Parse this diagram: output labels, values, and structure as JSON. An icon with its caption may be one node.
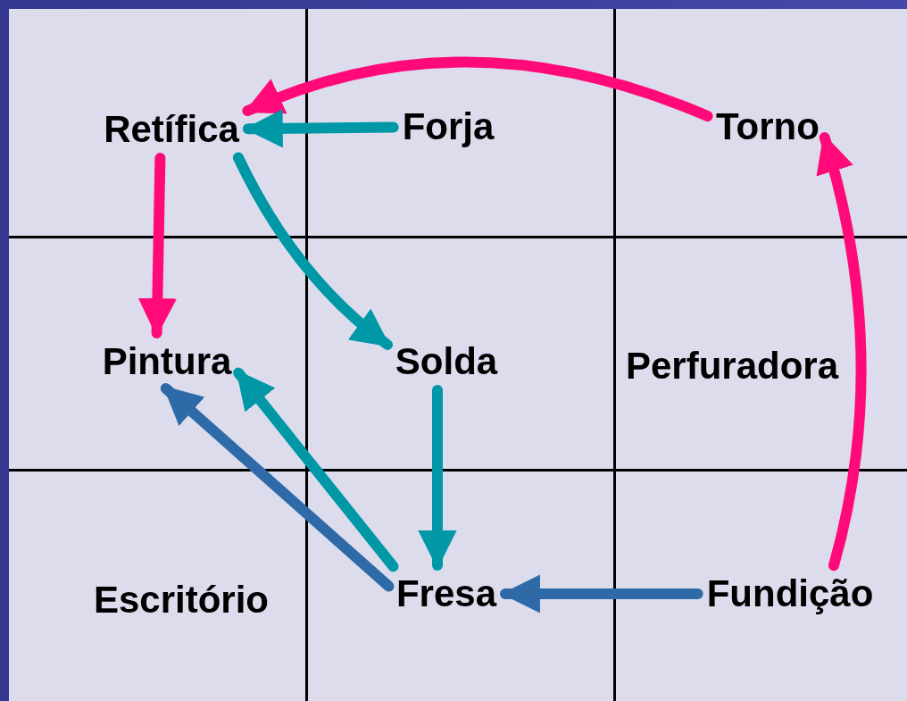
{
  "diagram": {
    "nodes": [
      {
        "text": [
          "Retífica"
        ]
      },
      {
        "text": [
          "Forja"
        ]
      },
      {
        "text": [
          "Torno"
        ]
      },
      {
        "text": [
          "Pintura"
        ]
      },
      {
        "text": [
          "Solda"
        ]
      },
      {
        "text": [
          "Perfuradora"
        ]
      },
      {
        "text": [
          "Escritório"
        ]
      },
      {
        "text": [
          "Fresa"
        ]
      },
      {
        "text": [
          "Fundição"
        ]
      }
    ],
    "edges": [
      {
        "from": 2,
        "to": 0,
        "arrow": "to",
        "color": "#ff0a78"
      },
      {
        "from": 1,
        "to": 0,
        "arrow": "to"
      },
      {
        "from": 0,
        "to": 3,
        "arrow": "to",
        "color": "#ff0a78"
      },
      {
        "from": 0,
        "to": 4,
        "arrow": "to"
      },
      {
        "from": 4,
        "to": 7,
        "arrow": "to"
      },
      {
        "from": 7,
        "to": 3,
        "arrow": "to",
        "color": "#2e6aa8"
      },
      {
        "from": 7,
        "to": 3,
        "arrow": "to"
      },
      {
        "from": 8,
        "to": 7,
        "arrow": "to",
        "color": "#2e6aa8"
      },
      {
        "from": 8,
        "to": 2,
        "arrow": "to",
        "color": "#ff0a78"
      }
    ]
  }
}
